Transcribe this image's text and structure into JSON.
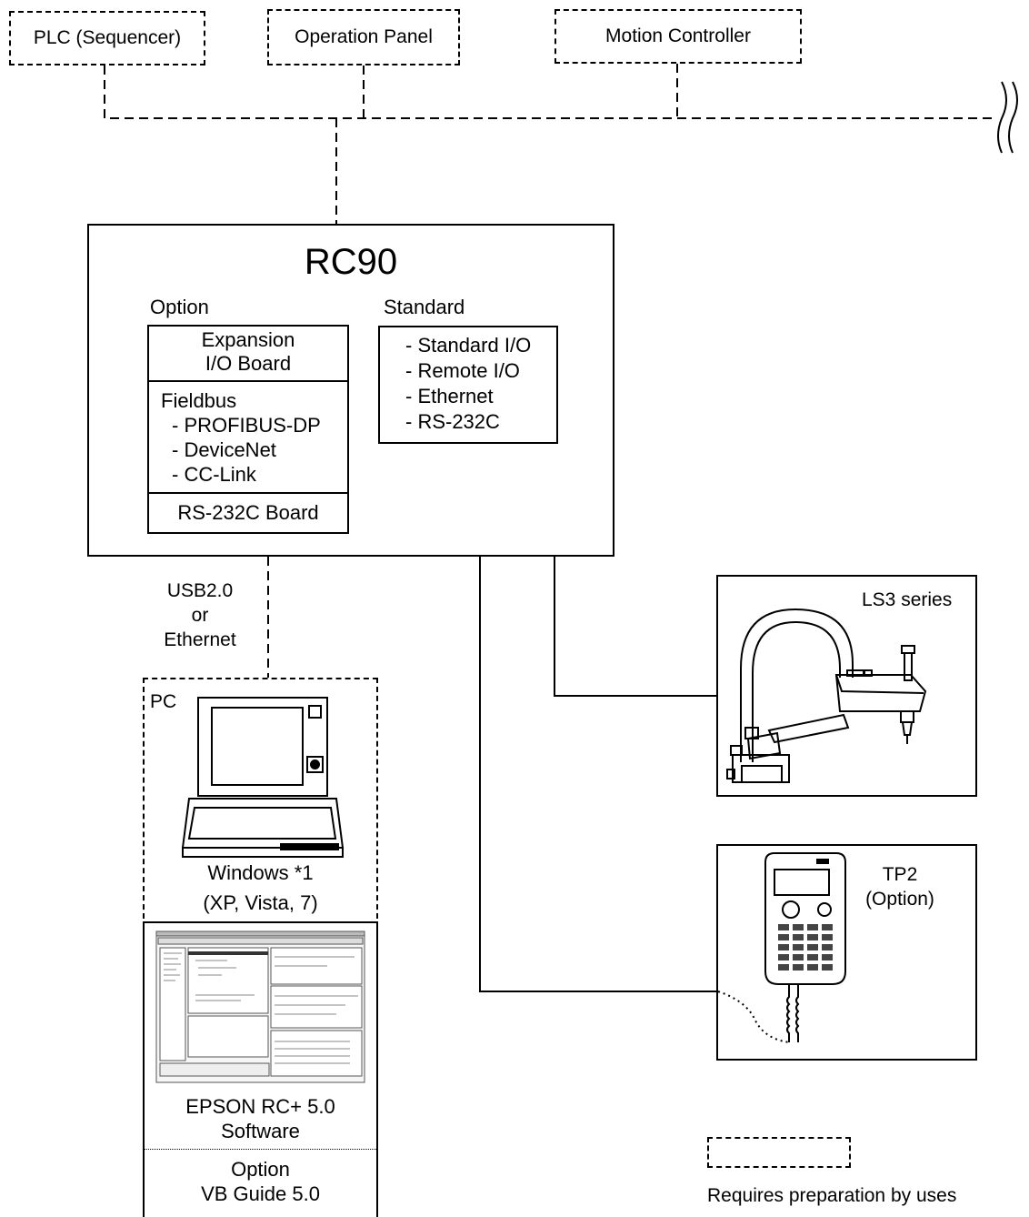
{
  "top_devices": {
    "plc": "PLC (Sequencer)",
    "operation_panel": "Operation Panel",
    "motion_controller": "Motion Controller"
  },
  "controller": {
    "title": "RC90",
    "option_heading": "Option",
    "standard_heading": "Standard",
    "expansion_line1": "Expansion",
    "expansion_line2": "I/O Board",
    "fieldbus_title": "Fieldbus",
    "fieldbus_items": [
      "- PROFIBUS-DP",
      "- DeviceNet",
      "- CC-Link"
    ],
    "rs232_board": "RS-232C Board",
    "standard_items": [
      "- Standard I/O",
      "- Remote I/O",
      "- Ethernet",
      "- RS-232C"
    ]
  },
  "connection": {
    "line1": "USB2.0",
    "line2": "or",
    "line3": "Ethernet"
  },
  "pc": {
    "label": "PC",
    "os_line1": "Windows *1",
    "os_line2": "(XP, Vista, 7)",
    "software_line1": "EPSON RC+ 5.0",
    "software_line2": "Software",
    "option_line1": "Option",
    "option_line2": "VB Guide 5.0"
  },
  "robot": {
    "label": "LS3 series"
  },
  "teach_pendant": {
    "line1": "TP2",
    "line2": "(Option)"
  },
  "legend": {
    "text": "Requires preparation by uses"
  }
}
